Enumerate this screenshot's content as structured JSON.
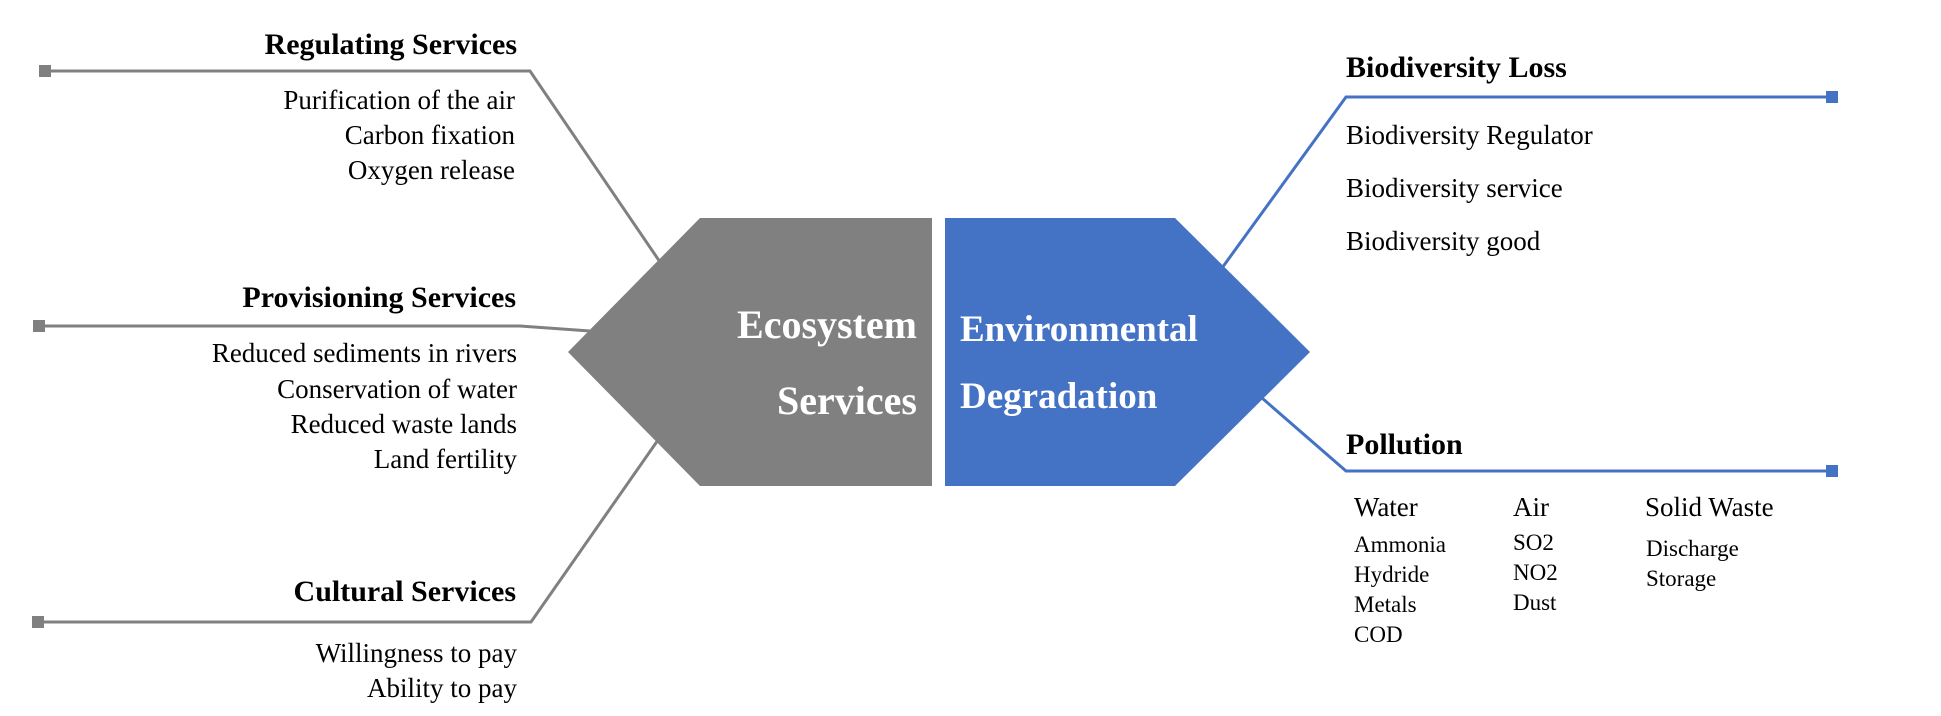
{
  "colors": {
    "gray": "#808080",
    "blue": "#4472C4",
    "text": "#000000",
    "shape_text": "#ffffff"
  },
  "center": {
    "left_shape": {
      "line1": "Ecosystem",
      "line2": "Services"
    },
    "right_shape": {
      "line1": "Environmental",
      "line2": "Degradation"
    }
  },
  "left": {
    "regulating": {
      "title": "Regulating Services",
      "items": [
        "Purification of the air",
        "Carbon fixation",
        "Oxygen release"
      ]
    },
    "provisioning": {
      "title": "Provisioning Services",
      "items": [
        "Reduced sediments in rivers",
        "Conservation of water",
        "Reduced waste lands",
        "Land fertility"
      ]
    },
    "cultural": {
      "title": "Cultural Services",
      "items": [
        "Willingness to pay",
        "Ability to pay"
      ]
    }
  },
  "right": {
    "biodiversity": {
      "title": "Biodiversity Loss",
      "items": [
        "Biodiversity Regulator",
        "Biodiversity service",
        "Biodiversity good"
      ]
    },
    "pollution": {
      "title": "Pollution",
      "groups": [
        {
          "name": "Water",
          "items": [
            "Ammonia",
            "Hydride",
            "Metals",
            "COD"
          ]
        },
        {
          "name": "Air",
          "items": [
            "SO2",
            "NO2",
            "Dust"
          ]
        },
        {
          "name": "Solid Waste",
          "items": [
            "Discharge",
            "Storage"
          ]
        }
      ]
    }
  }
}
